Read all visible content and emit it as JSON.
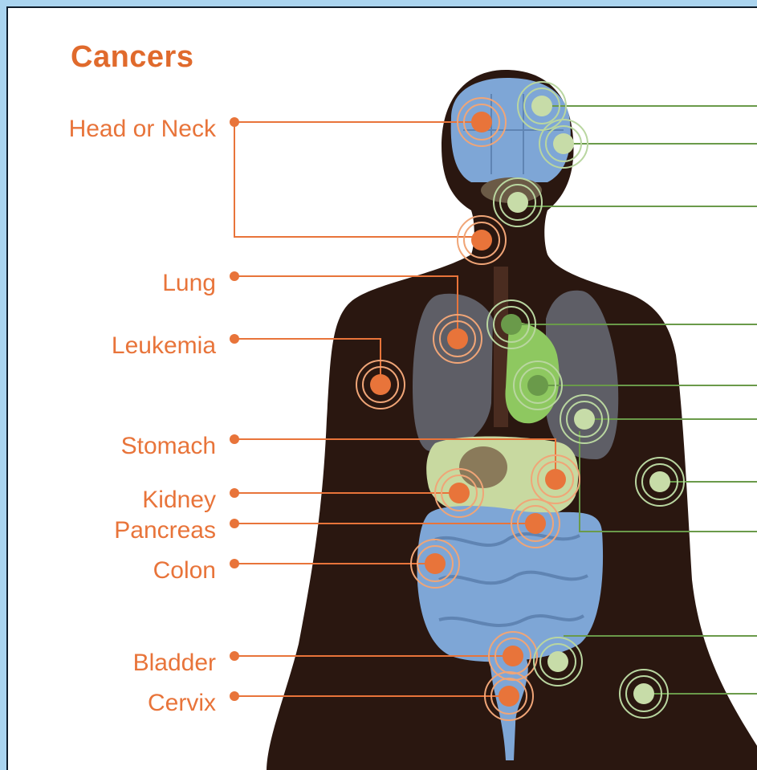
{
  "title": "Cancers",
  "labels": {
    "head_or_neck": "Head or Neck",
    "lung": "Lung",
    "leukemia": "Leukemia",
    "stomach": "Stomach",
    "kidney": "Kidney",
    "pancreas": "Pancreas",
    "colon": "Colon",
    "bladder": "Bladder",
    "cervix": "Cervix"
  },
  "colors": {
    "cancer_orange": "#e8743a",
    "title_orange": "#e06a2c",
    "other_green": "#6a9a4a",
    "marker_light_green": "#c7dca8",
    "silhouette": "#2a1710",
    "brain_blue": "#7ea6d6",
    "lung_grey": "#5e5e66",
    "liver_green": "#c8d9a0",
    "intestine_blue": "#7ea6d6",
    "heart_green": "#8ec860",
    "background": "#aad4ef"
  }
}
